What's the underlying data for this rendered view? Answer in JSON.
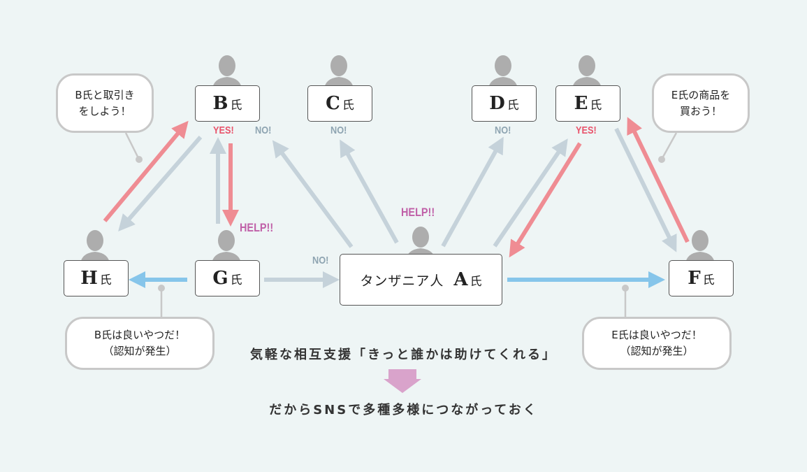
{
  "nodes": {
    "B": {
      "letter": "B",
      "suffix": "氏"
    },
    "C": {
      "letter": "C",
      "suffix": "氏"
    },
    "D": {
      "letter": "D",
      "suffix": "氏"
    },
    "E": {
      "letter": "E",
      "suffix": "氏"
    },
    "G": {
      "letter": "G",
      "suffix": "氏"
    },
    "H": {
      "letter": "H",
      "suffix": "氏"
    },
    "F": {
      "letter": "F",
      "suffix": "氏"
    },
    "A": {
      "prefix": "タンザニア人",
      "letter": "A",
      "suffix": "氏"
    }
  },
  "labels": {
    "yes": "YES!",
    "no": "NO!",
    "help": "HELP!!"
  },
  "bubbles": {
    "b_trade": [
      "B氏と取引き",
      "をしよう！"
    ],
    "e_buy": [
      "E氏の商品を",
      "買おう！"
    ],
    "b_good": [
      "B氏は良いやつだ！",
      "（認知が発生）"
    ],
    "e_good": [
      "E氏は良いやつだ！",
      "（認知が発生）"
    ]
  },
  "captions": {
    "main": "気軽な相互支援「きっと誰かは助けてくれる」",
    "conclusion": "だからSNSで多種多様につながっておく"
  },
  "colors": {
    "background": "#eef5f5",
    "grey_arrow": "#c5d2da",
    "red_arrow": "#ef8c93",
    "blue_arrow": "#86c5ea",
    "down_arrow": "#d9a3cb",
    "person": "#adadad",
    "no_text": "#8ea4b1",
    "yes_text": "#e9536b",
    "help_text": "#c060a8"
  }
}
